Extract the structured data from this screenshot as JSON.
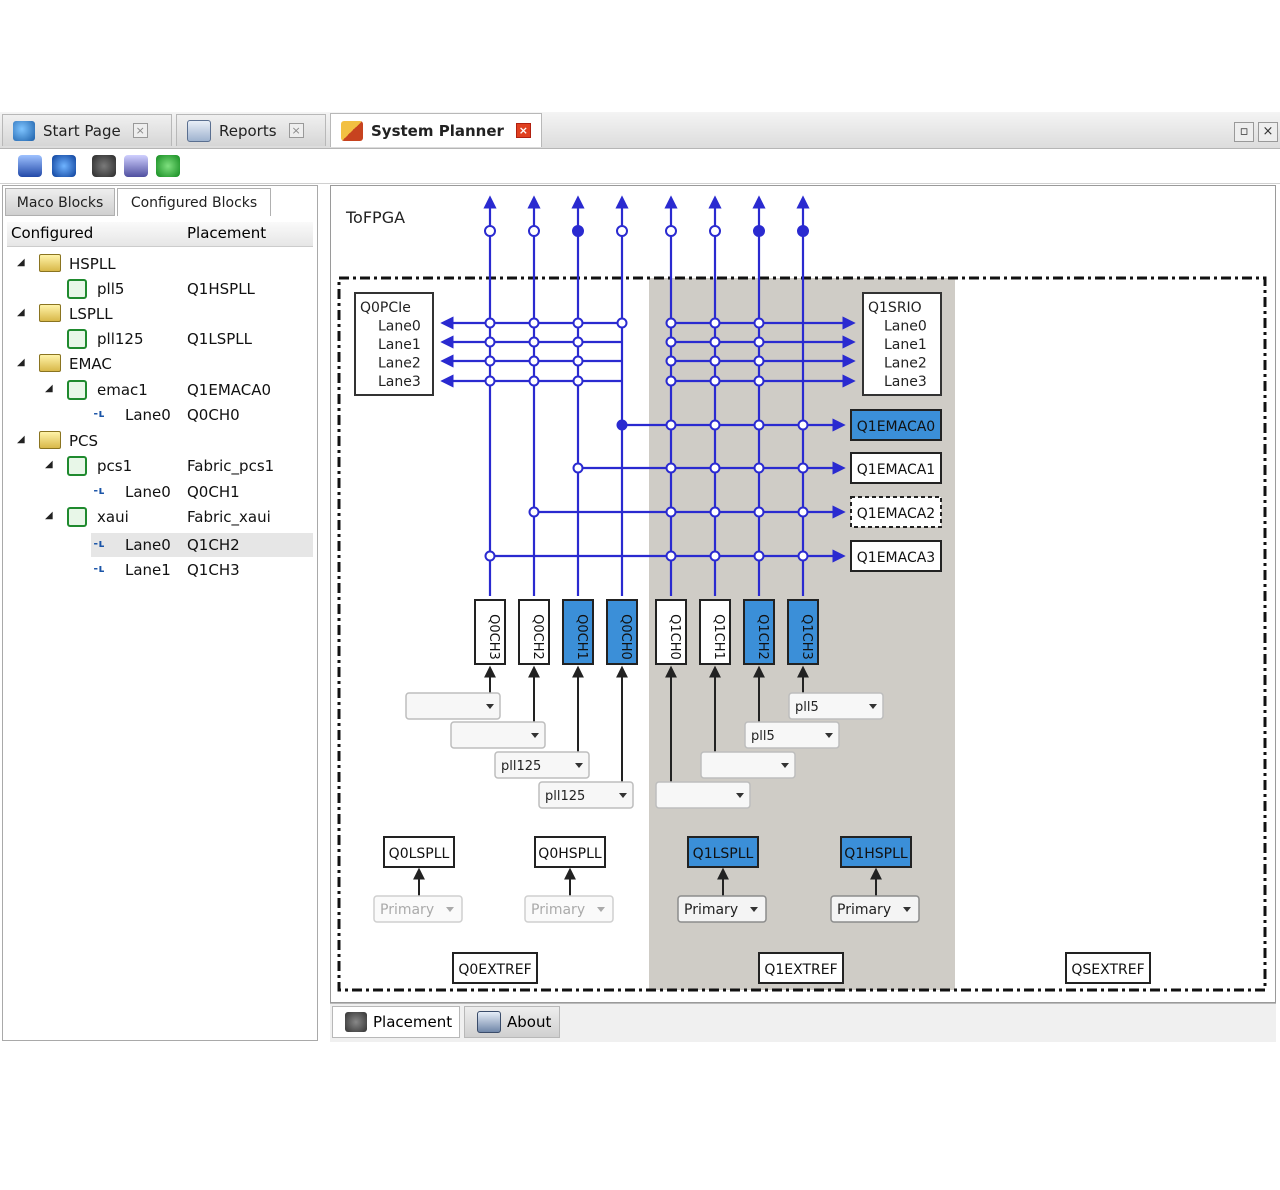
{
  "top_tabs": [
    {
      "label": "Start Page",
      "active": false,
      "icon": "globe-icon"
    },
    {
      "label": "Reports",
      "active": false,
      "icon": "report-icon"
    },
    {
      "label": "System Planner",
      "active": true,
      "icon": "planner-icon"
    }
  ],
  "left_tabs": [
    "Maco Blocks",
    "Configured Blocks"
  ],
  "tree_headers": {
    "configured": "Configured",
    "placement": "Placement"
  },
  "tree": [
    {
      "label": "HSPLL",
      "placement": ""
    },
    {
      "label": "pll5",
      "placement": "Q1HSPLL"
    },
    {
      "label": "LSPLL",
      "placement": ""
    },
    {
      "label": "pll125",
      "placement": "Q1LSPLL"
    },
    {
      "label": "EMAC",
      "placement": ""
    },
    {
      "label": "emac1",
      "placement": "Q1EMACA0"
    },
    {
      "label": "Lane0",
      "placement": "Q0CH0"
    },
    {
      "label": "PCS",
      "placement": ""
    },
    {
      "label": "pcs1",
      "placement": "Fabric_pcs1"
    },
    {
      "label": "Lane0",
      "placement": "Q0CH1"
    },
    {
      "label": "xaui",
      "placement": "Fabric_xaui"
    },
    {
      "label": "Lane0",
      "placement": "Q1CH2"
    },
    {
      "label": "Lane1",
      "placement": "Q1CH3"
    }
  ],
  "diagram": {
    "to_fpga": "ToFPGA",
    "q0pcie": [
      "Q0PCIe",
      "Lane0",
      "Lane1",
      "Lane2",
      "Lane3"
    ],
    "q1srio": [
      "Q1SRIO",
      "Lane0",
      "Lane1",
      "Lane2",
      "Lane3"
    ],
    "emac": [
      "Q1EMACA0",
      "Q1EMACA1",
      "Q1EMACA2",
      "Q1EMACA3"
    ],
    "channels": [
      "Q0CH3",
      "Q0CH2",
      "Q0CH1",
      "Q0CH0",
      "Q1CH0",
      "Q1CH1",
      "Q1CH2",
      "Q1CH3"
    ],
    "pll_dropdowns": [
      "",
      "",
      "pll125",
      "pll125",
      "",
      "",
      "pll5",
      "pll5"
    ],
    "plls": [
      "Q0LSPLL",
      "Q0HSPLL",
      "Q1LSPLL",
      "Q1HSPLL"
    ],
    "pll_refs": [
      "Primary",
      "Primary",
      "Primary",
      "Primary"
    ],
    "extrefs": [
      "Q0EXTREF",
      "Q1EXTREF",
      "QSEXTREF"
    ]
  },
  "bottom_tabs": [
    "Placement",
    "About"
  ],
  "colors": {
    "bus": "#2a2ad0",
    "highlight": "#3b8fd8",
    "quad_bg": "#cfccc6"
  }
}
